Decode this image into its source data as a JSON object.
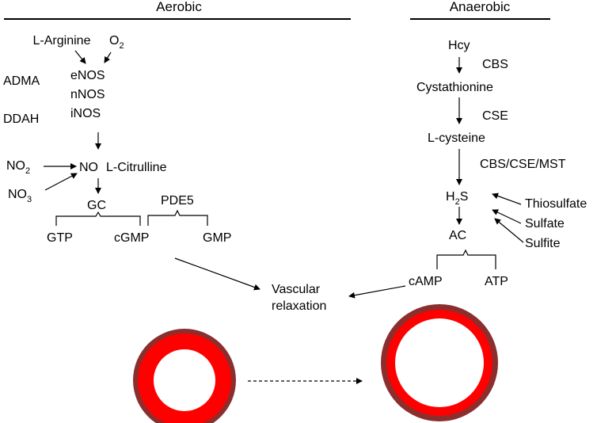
{
  "headers": {
    "aerobic": "Aerobic",
    "anaerobic": "Anaerobic"
  },
  "aerobic": {
    "l_arginine": "L-Arginine",
    "o2": {
      "base": "O",
      "sub": "2"
    },
    "adma": "ADMA",
    "enos": "eNOS",
    "nnos": "nNOS",
    "inos": "iNOS",
    "ddah": "DDAH",
    "no2": {
      "base": "NO",
      "sub": "2"
    },
    "no3": {
      "base": "NO",
      "sub": "3"
    },
    "no": "NO",
    "l_citrulline": "L-Citrulline",
    "gc": "GC",
    "pde5": "PDE5",
    "gtp": "GTP",
    "cgmp": "cGMP",
    "gmp": "GMP"
  },
  "anaerobic": {
    "hcy": "Hcy",
    "cbs": "CBS",
    "cystathionine": "Cystathionine",
    "cse": "CSE",
    "l_cysteine": "L-cysteine",
    "cbs_cse_mst": "CBS/CSE/MST",
    "h2s": {
      "base1": "H",
      "sub": "2",
      "base2": "S"
    },
    "thiosulfate": "Thiosulfate",
    "sulfate": "Sulfate",
    "sulfite": "Sulfite",
    "ac": "AC",
    "camp": "cAMP",
    "atp": "ATP"
  },
  "outcome": {
    "line1": "Vascular",
    "line2": "relaxation"
  },
  "colors": {
    "vessel_wall": "#8B2E2E",
    "vessel_media": "#FF0000",
    "lumen": "#FFFFFF"
  }
}
